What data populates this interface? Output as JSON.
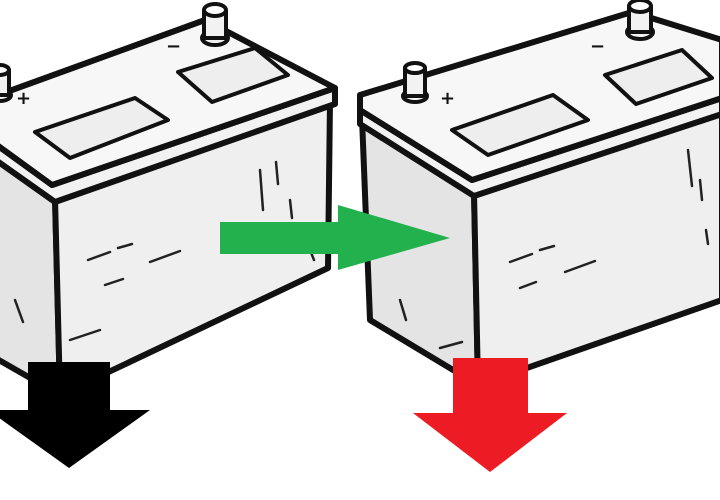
{
  "diagram": {
    "batteries": [
      {
        "positive_label": "+",
        "negative_label": "−"
      },
      {
        "positive_label": "+",
        "negative_label": "−"
      }
    ],
    "arrows": [
      {
        "kind": "transfer",
        "color": "#22b14c"
      },
      {
        "kind": "ground-left",
        "color": "#000000"
      },
      {
        "kind": "ground-right",
        "color": "#ed1c24"
      }
    ],
    "colors": {
      "outline": "#111111",
      "case_front": "#efefef",
      "case_side": "#e4e4e4",
      "lid": "#f7f7f7",
      "background": "#ffffff"
    }
  }
}
